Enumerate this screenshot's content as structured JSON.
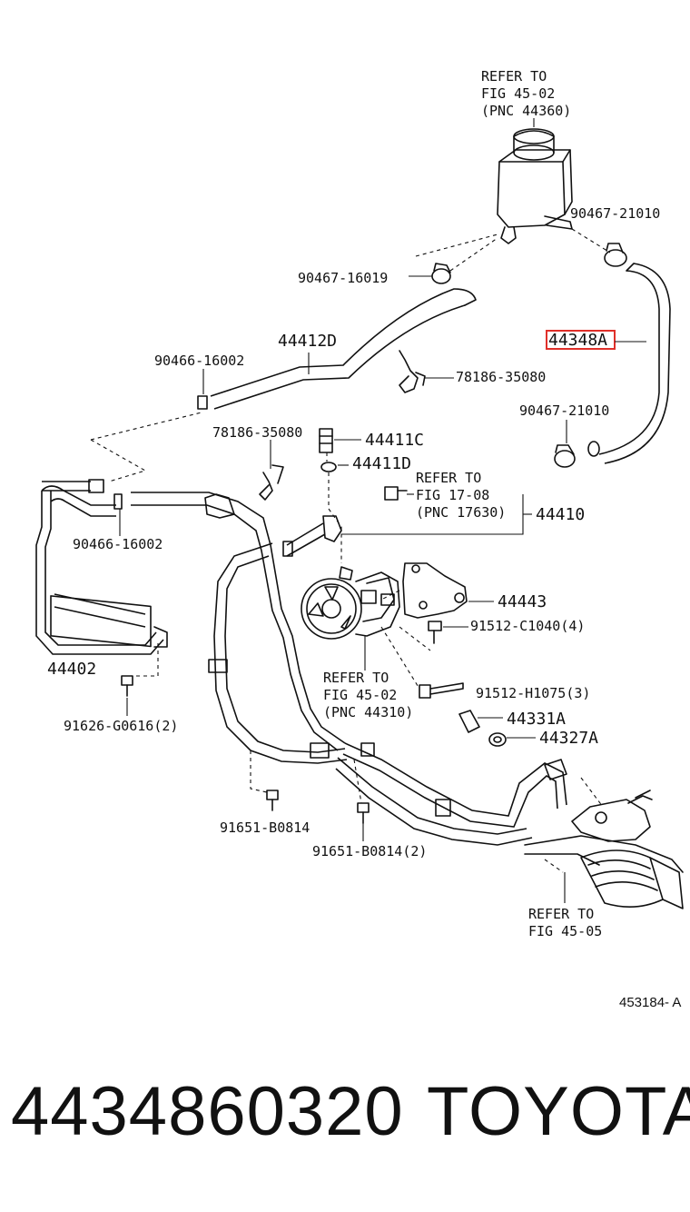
{
  "diagram": {
    "labels": {
      "refer_reservoir": [
        "REFER TO",
        "FIG 45-02",
        "(PNC 44360)"
      ],
      "clamp_top_right": "90467-21010",
      "clamp_upper": "90467-16019",
      "hose_44412d": "44412D",
      "hose_44348a": "44348A",
      "clamp_90466_top": "90466-16002",
      "clip_78186_right": "78186-35080",
      "clamp_lower_right": "90467-21010",
      "clip_78186_left": "78186-35080",
      "union_44411c": "44411C",
      "gasket_44411d": "44411D",
      "refer_sensor": [
        "REFER TO",
        "FIG 17-08",
        "(PNC 17630)"
      ],
      "pump_44410": "44410",
      "clamp_90466_left": "90466-16002",
      "bracket_44443": "44443",
      "bolt_c1040": "91512-C1040(4)",
      "cooler_44402": "44402",
      "refer_pump": [
        "REFER TO",
        "FIG 45-02",
        "(PNC 44310)"
      ],
      "bolt_h1075": "91512-H1075(3)",
      "union_44331a": "44331A",
      "gasket_44327a": "44327A",
      "bolt_g0616": "91626-G0616(2)",
      "bolt_b0814_left": "91651-B0814",
      "bolt_b0814_center": "91651-B0814(2)",
      "refer_gear": [
        "REFER TO",
        "FIG 45-05"
      ],
      "figure_id": "453184- A"
    },
    "highlight_color": "#e0302a"
  },
  "footer": {
    "part_number": "4434860320",
    "brand": "TOYOTA"
  }
}
